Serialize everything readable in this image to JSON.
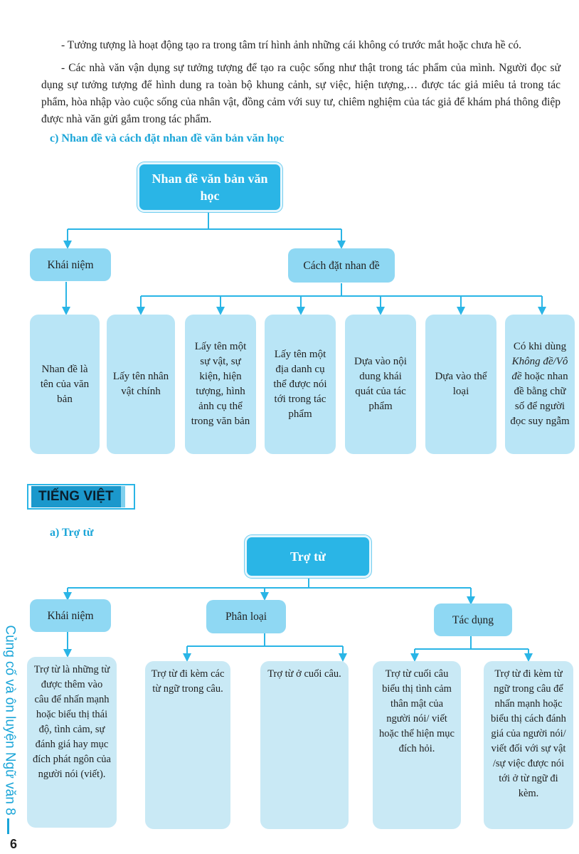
{
  "paragraphs": {
    "p1": "- Tưởng tượng là hoạt động tạo ra trong tâm trí hình ảnh những cái không có trước mắt hoặc chưa hề có.",
    "p2": "- Các nhà văn vận dụng sự tưởng tượng để tạo ra cuộc sống như thật trong tác phẩm của mình. Người đọc sử dụng sự tưởng tượng để hình dung ra toàn bộ khung cảnh, sự việc, hiện tượng,… được tác giả miêu tả trong tác phẩm, hòa nhập vào cuộc sống của nhân vật, đồng cảm với suy tư, chiêm nghiệm của tác giả để khám phá thông điệp được nhà văn gửi gắm trong tác phẩm."
  },
  "section_c": {
    "heading": "c) Nhan đề và cách đặt nhan đề văn bản văn học",
    "root": "Nhan đề văn bản văn học",
    "cat_concept": "Khái niệm",
    "cat_naming": "Cách đặt nhan đề",
    "leaf_concept": "Nhan đề là tên của văn bản",
    "leaf_1": "Lấy tên nhân vật chính",
    "leaf_2": "Lấy tên một sự vật, sự kiện, hiện tượng, hình ảnh cụ thể trong văn bản",
    "leaf_3": "Lấy tên một địa danh cụ thể được nói tới trong tác phẩm",
    "leaf_4": "Dựa vào nội dung khái quát của tác phẩm",
    "leaf_5": "Dựa vào thể loại",
    "leaf_6_pre": "Có khi dùng",
    "leaf_6_em": "Không đề/Vô đề",
    "leaf_6_post": "hoặc nhan đề bằng chữ số để người đọc suy ngẫm"
  },
  "banner": {
    "word1": "TIẾNG",
    "word2": "VIỆT"
  },
  "section_a": {
    "heading": "a) Trợ từ",
    "root": "Trợ từ",
    "cat_concept": "Khái niệm",
    "cat_types": "Phân loại",
    "cat_effect": "Tác dụng",
    "leaf_concept": "Trợ từ là những từ được thêm vào câu để nhấn mạnh hoặc biểu thị thái độ, tình cảm, sự đánh giá hay mục đích phát ngôn của người nói (viết).",
    "leaf_type1": "Trợ từ đi kèm các từ ngữ trong câu.",
    "leaf_type2": "Trợ từ ở cuối câu.",
    "leaf_effect1": "Trợ từ cuối câu biểu thị tình cảm thân mật của người nói/ viết hoặc thể hiện mục đích hỏi.",
    "leaf_effect2": "Trợ từ đi kèm từ ngữ trong câu để nhấn mạnh hoặc biểu thị cách đánh giá của người nói/ viết đối với sự vật /sự việc được nói tới ở từ ngữ đi kèm."
  },
  "sidebar": {
    "title": "Củng cố và ôn luyện Ngữ văn 8"
  },
  "page": {
    "number": "6"
  },
  "colors": {
    "accent": "#1aa5d8",
    "root_box": "#2ab5e6",
    "category_box": "#8fd8f3",
    "leaf_box": "#b9e5f6",
    "connector": "#2ab5e6"
  }
}
